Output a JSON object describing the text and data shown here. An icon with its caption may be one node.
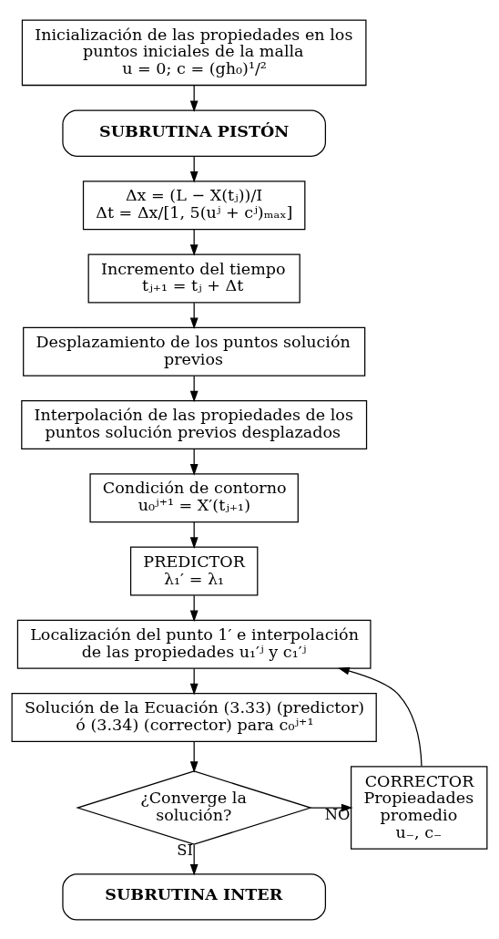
{
  "diagram": {
    "nodes": [
      {
        "text": [
          "Inicialización de las propiedades en los puntos iniciales de la malla",
          "u = 0; c = (gh₀)¹/²"
        ]
      },
      {
        "text": [
          "SUBRUTINA PISTÓN"
        ]
      },
      {
        "text": [
          "Δx = (L − X(tⱼ))/I",
          "Δt = Δx/[1, 5(uʲ + cʲ)ₘₐₓ]"
        ]
      },
      {
        "text": [
          "Incremento del tiempo",
          "tⱼ₊₁ = tⱼ + Δt"
        ]
      },
      {
        "text": [
          "Desplazamiento de los puntos solución previos"
        ]
      },
      {
        "text": [
          "Interpolación de las propiedades de los puntos solución previos desplazados"
        ]
      },
      {
        "text": [
          "Condición de contorno",
          "u₀ʲ⁺¹ = X′(tⱼ₊₁)"
        ]
      },
      {
        "text": [
          "PREDICTOR",
          "λ₁′ = λ₁"
        ]
      },
      {
        "text": [
          "Localización del punto 1′ e interpolación de las propiedades u₁′ʲ y c₁′ʲ"
        ]
      },
      {
        "text": [
          "Solución de la Ecuación (3.33) (predictor) ó (3.34) (corrector) para c₀ʲ⁺¹"
        ]
      },
      {
        "text": [
          "¿Converge la solución?"
        ]
      },
      {
        "text": [
          "CORRECTOR",
          "Propieadades promedio",
          "u₋, c₋"
        ]
      },
      {
        "text": [
          "SUBRUTINA INTER"
        ]
      }
    ],
    "edges": [
      {
        "from": 0,
        "to": 1,
        "arrow": "to"
      },
      {
        "from": 1,
        "to": 2,
        "arrow": "to"
      },
      {
        "from": 2,
        "to": 3,
        "arrow": "to"
      },
      {
        "from": 3,
        "to": 4,
        "arrow": "to"
      },
      {
        "from": 4,
        "to": 5,
        "arrow": "to"
      },
      {
        "from": 5,
        "to": 6,
        "arrow": "to"
      },
      {
        "from": 6,
        "to": 7,
        "arrow": "to"
      },
      {
        "from": 7,
        "to": 8,
        "arrow": "to"
      },
      {
        "from": 8,
        "to": 9,
        "arrow": "to"
      },
      {
        "from": 9,
        "to": 10,
        "arrow": "to"
      },
      {
        "from": 10,
        "to": 11,
        "label": "NO",
        "arrow": "to"
      },
      {
        "from": 11,
        "to": 8,
        "arrow": "to"
      },
      {
        "from": 10,
        "to": 12,
        "label": "SI",
        "arrow": "to"
      }
    ]
  }
}
